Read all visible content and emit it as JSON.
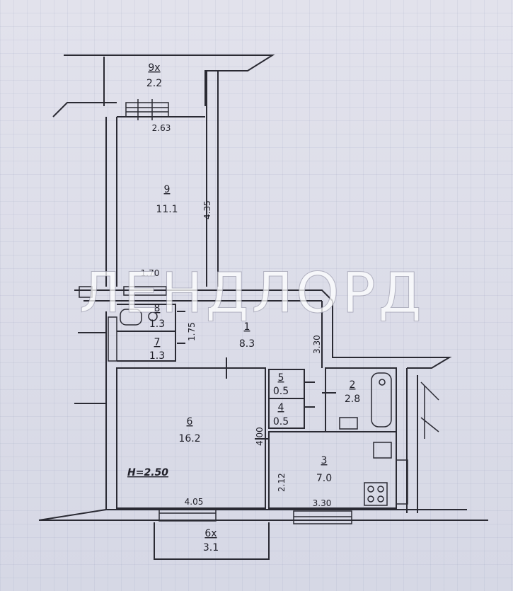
{
  "rooms": {
    "r9x": {
      "num": "9х",
      "area": "2.2"
    },
    "r9": {
      "num": "9",
      "area": "11.1"
    },
    "r8": {
      "num": "8",
      "area": "1.3"
    },
    "r7": {
      "num": "7",
      "area": "1.3"
    },
    "r1": {
      "num": "1",
      "area": "8.3"
    },
    "r5": {
      "num": "5",
      "area": "0.5"
    },
    "r4": {
      "num": "4",
      "area": "0.5"
    },
    "r2": {
      "num": "2",
      "area": "2.8"
    },
    "r6": {
      "num": "6",
      "area": "16.2"
    },
    "r3": {
      "num": "3",
      "area": "7.0"
    },
    "r6x": {
      "num": "6х",
      "area": "3.1"
    }
  },
  "dimensions": {
    "d263": "2.63",
    "d435": "4.35",
    "d170": "1.70",
    "d175": "1.75",
    "d330v": "3.30",
    "d400": "4.00",
    "d212": "2.12",
    "d405": "4.05",
    "d330h": "3.30"
  },
  "height_label": "H=2.50",
  "watermark": "ЛЕНДЛОРД"
}
